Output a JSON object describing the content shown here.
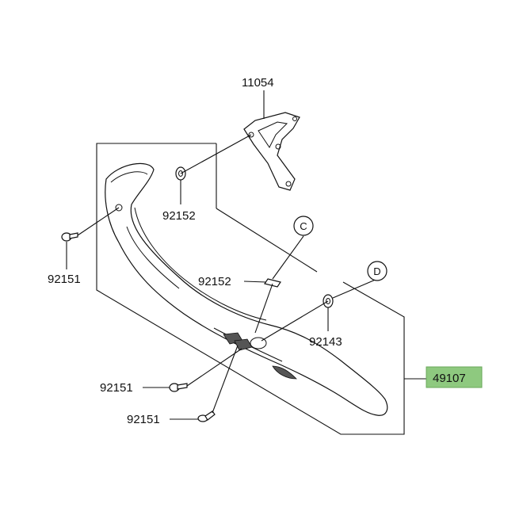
{
  "callouts": {
    "p11054": "11054",
    "p92152_upper": "92152",
    "p92151_left": "92151",
    "p92152_mid": "92152",
    "p92143": "92143",
    "p92151_lower1": "92151",
    "p92151_lower2": "92151",
    "p49107": "49107"
  },
  "refs": {
    "c": "C",
    "d": "D"
  },
  "colors": {
    "highlight": "#8ec97f",
    "line": "#111111"
  }
}
